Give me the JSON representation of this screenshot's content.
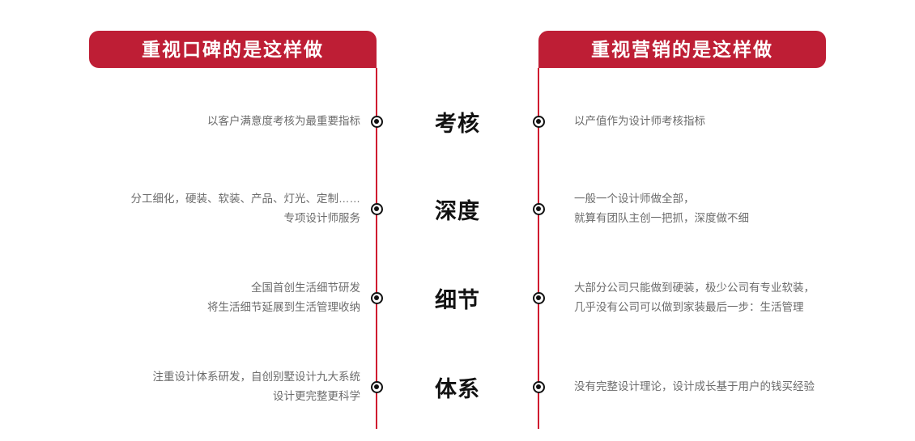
{
  "theme": {
    "accent_red": "#BE1E35",
    "line_red": "#D0182F",
    "body_text": "#6b6b6b",
    "heading_text": "#121212",
    "background": "#ffffff"
  },
  "headers": {
    "left": "重视口碑的是这样做",
    "right": "重视营销的是这样做"
  },
  "rows": [
    {
      "label": "考核",
      "left": "以客户满意度考核为最重要指标",
      "right": "以产值作为设计师考核指标"
    },
    {
      "label": "深度",
      "left": "分工细化，硬装、软装、产品、灯光、定制……\n专项设计师服务",
      "right": "一般一个设计师做全部，\n就算有团队主创一把抓，深度做不细"
    },
    {
      "label": "细节",
      "left": "全国首创生活细节研发\n将生活细节延展到生活管理收纳",
      "right": "大部分公司只能做到硬装，极少公司有专业软装，\n几乎没有公司可以做到家装最后一步：生活管理"
    },
    {
      "label": "体系",
      "left": "注重设计体系研发，自创别墅设计九大系统\n设计更完整更科学",
      "right": "没有完整设计理论，设计成长基于用户的钱买经验"
    }
  ],
  "icons": {
    "marker": "target-dot-icon"
  }
}
